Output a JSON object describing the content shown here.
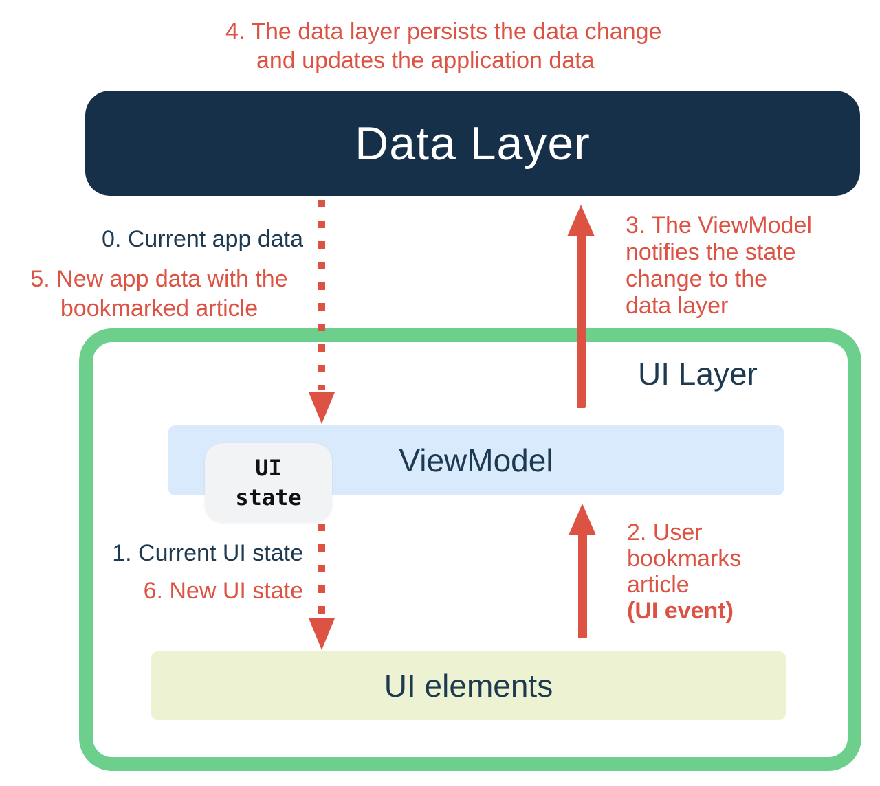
{
  "colors": {
    "data_layer_bg": "#17304a",
    "text_navy": "#1d3a50",
    "accent_red": "#dc5243",
    "ui_layer_border_green": "#6dcf8c",
    "viewmodel_bg": "#d8eafc",
    "ui_elements_bg": "#edf2d3",
    "ui_state_bg": "#f1f3f4",
    "data_layer_text": "#ffffff"
  },
  "boxes": {
    "data_layer": "Data Layer",
    "ui_layer": "UI Layer",
    "viewmodel": "ViewModel",
    "ui_state": {
      "lines": [
        "UI",
        "state"
      ]
    },
    "ui_elements": "UI elements"
  },
  "captions": {
    "step4": {
      "lines": [
        "4. The data layer persists the data change",
        "and updates the application data"
      ]
    },
    "step0": "0. Current app data",
    "step5": {
      "lines": [
        "5. New app data with the",
        "bookmarked article"
      ]
    },
    "step3": {
      "lines": [
        "3. The ViewModel",
        "notifies the state",
        "change to the",
        "data layer"
      ]
    },
    "step1": "1. Current UI state",
    "step6": "6. New UI state",
    "step2": {
      "lines": [
        "2. User",
        "bookmarks",
        "article"
      ],
      "bold_line": "(UI event)"
    }
  },
  "arrows": {
    "data_to_viewmodel": "dashed-down",
    "viewmodel_to_ui_elements": "dashed-down",
    "viewmodel_to_data": "solid-up",
    "ui_elements_to_viewmodel": "solid-up"
  }
}
